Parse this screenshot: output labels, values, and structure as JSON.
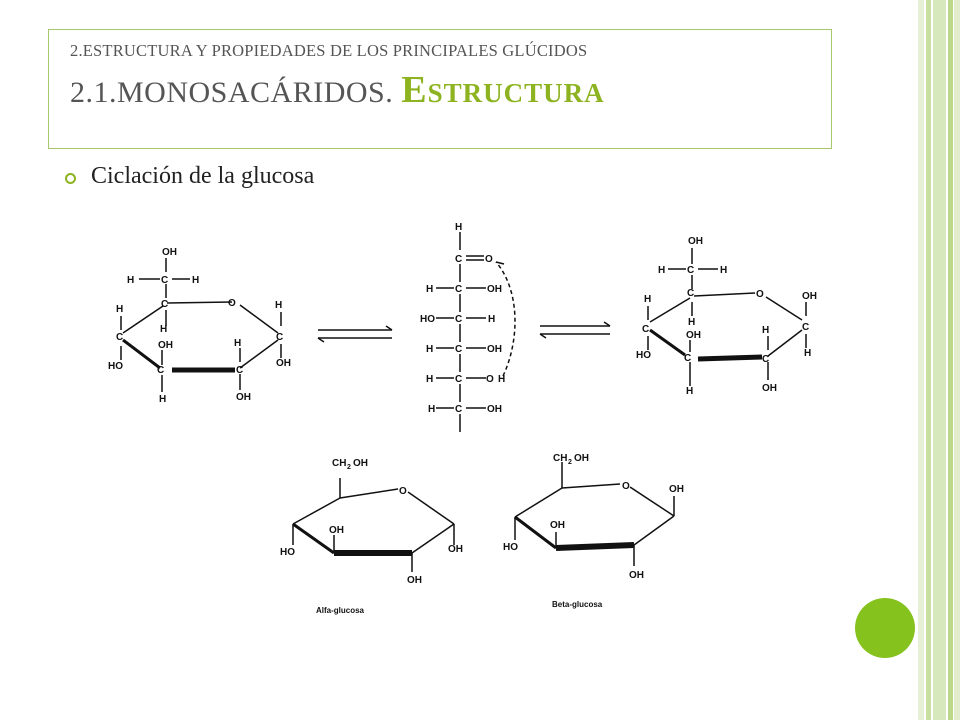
{
  "header": {
    "line1": "2.ESTRUCTURA Y PROPIEDADES DE LOS PRINCIPALES GLÚCIDOS",
    "line2_prefix": "2.1.MONOSACÁRIDOS. ",
    "line2_accent": "Estructura"
  },
  "content": {
    "bullet_text": "Ciclación de la glucosa"
  },
  "figure": {
    "alpha_label": "Alfa-glucosa",
    "beta_label": "Beta-glucosa"
  },
  "colors": {
    "accent": "#8db320",
    "title_border": "#a6c86a",
    "circle": "#86c21e",
    "bar_light": "#dbe9c3",
    "bar_mid": "#c5dd9c"
  }
}
